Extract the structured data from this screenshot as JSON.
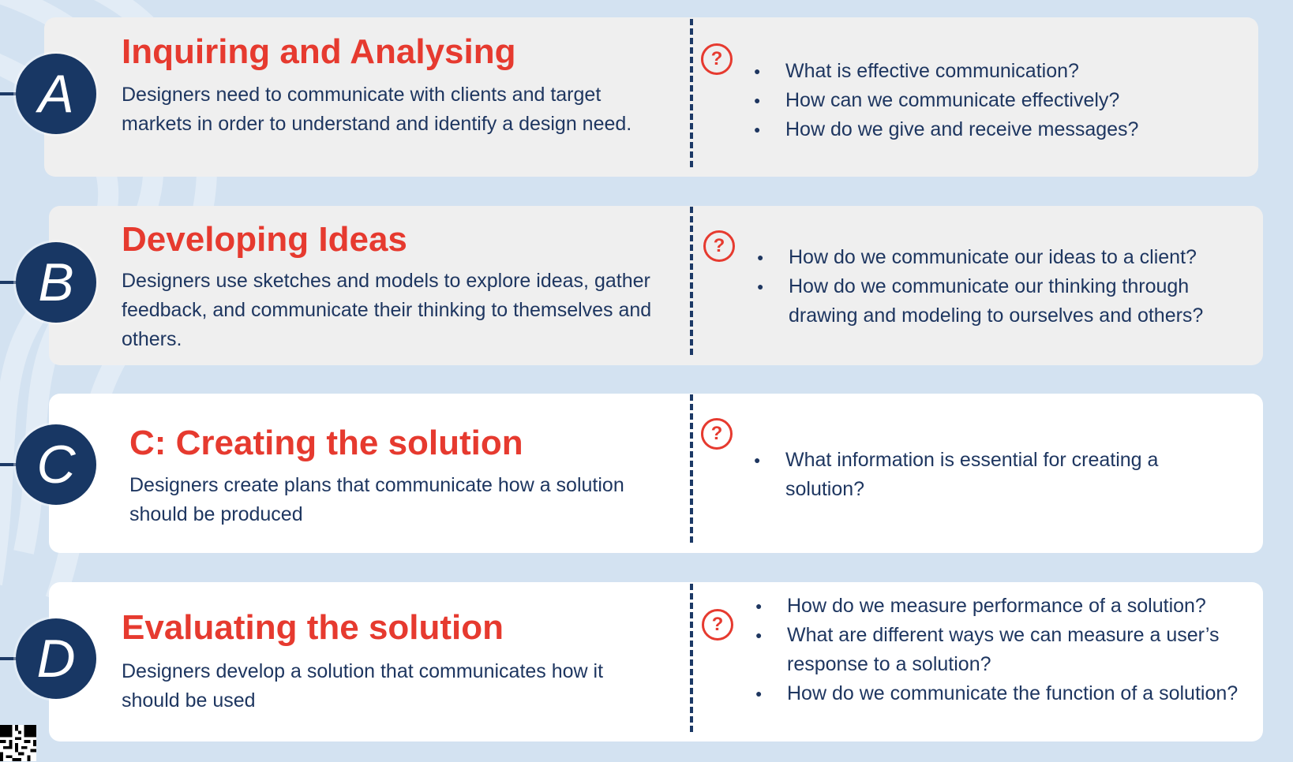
{
  "sections": [
    {
      "letter": "A",
      "title": "Inquiring and Analysing",
      "description": "Designers need to communicate with clients and target markets in order to understand and identify a design need.",
      "questions": [
        "What is effective communication?",
        "How can we communicate effectively?",
        "How do we give and receive messages?"
      ]
    },
    {
      "letter": "B",
      "title": "Developing Ideas",
      "description": "Designers use sketches and models to explore ideas, gather feedback, and communicate their thinking to themselves and others.",
      "questions": [
        "How do we communicate our ideas to a client?",
        "How do we communicate our thinking through drawing and modeling to ourselves and others?"
      ]
    },
    {
      "letter": "C",
      "title": "C: Creating the solution",
      "description": "Designers create plans that communicate how a solution should be produced",
      "questions": [
        "What information is essential for creating a solution?"
      ]
    },
    {
      "letter": "D",
      "title": "Evaluating the solution",
      "description": "Designers develop a solution that communicates how it should be used",
      "questions": [
        "How do we measure performance of a  solution?",
        "What are different ways we can measure a user’s response to a solution?",
        "How do we communicate the function of a solution?"
      ]
    }
  ],
  "icons": {
    "question": "?"
  },
  "colors": {
    "background": "#d3e2f1",
    "title_red": "#e63a2f",
    "navy": "#183764",
    "text": "#1e3660"
  }
}
